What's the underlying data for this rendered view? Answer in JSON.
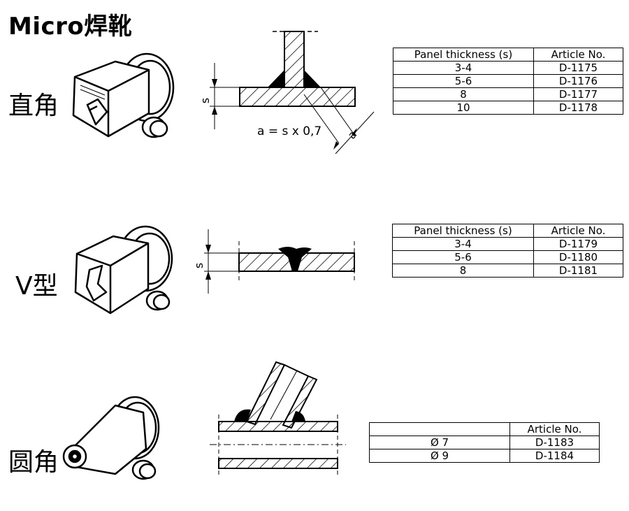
{
  "title": "Micro焊靴",
  "sections": [
    {
      "label": "直角",
      "formula": "a = s x 0,7",
      "dim_s": "s",
      "dim_a": "a",
      "table": {
        "headers": [
          "Panel thickness (s)",
          "Article No."
        ],
        "rows": [
          [
            "3-4",
            "D-1175"
          ],
          [
            "5-6",
            "D-1176"
          ],
          [
            "8",
            "D-1177"
          ],
          [
            "10",
            "D-1178"
          ]
        ]
      }
    },
    {
      "label": "V型",
      "dim_s": "s",
      "table": {
        "headers": [
          "Panel thickness (s)",
          "Article No."
        ],
        "rows": [
          [
            "3-4",
            "D-1179"
          ],
          [
            "5-6",
            "D-1180"
          ],
          [
            "8",
            "D-1181"
          ]
        ]
      }
    },
    {
      "label": "圆角",
      "table": {
        "headers": [
          "",
          "Article No."
        ],
        "rows": [
          [
            "Ø 7",
            "D-1183"
          ],
          [
            "Ø 9",
            "D-1184"
          ]
        ]
      }
    }
  ]
}
